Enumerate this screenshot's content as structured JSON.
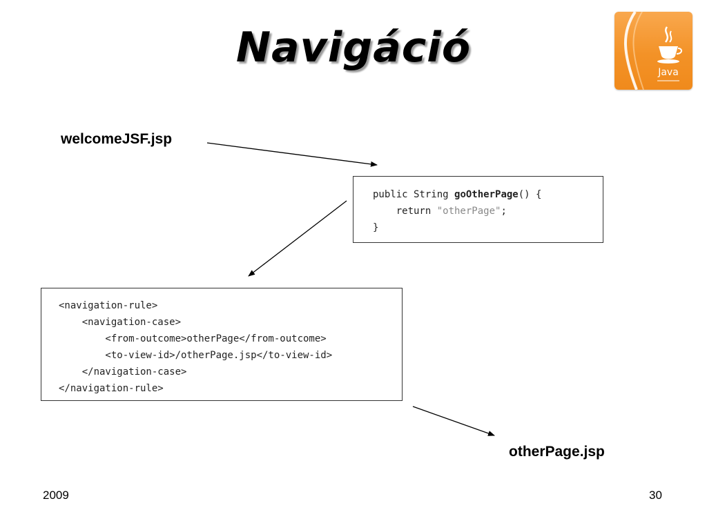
{
  "slide": {
    "title": "Navigáció",
    "year": "2009",
    "page_number": "30"
  },
  "logo": {
    "icon": "java-cup-icon",
    "text": "Java"
  },
  "labels": {
    "source_file": "welcomeJSF.jsp",
    "target_file": "otherPage.jsp"
  },
  "method_code": {
    "line1_a": "public String ",
    "line1_b": "goOtherPage",
    "line1_c": "() {",
    "line2_a": "    return ",
    "line2_b": "\"otherPage\"",
    "line2_c": ";",
    "line3": "}"
  },
  "nav_code": {
    "lines": [
      "<navigation-rule>",
      "    <navigation-case>",
      "        <from-outcome>otherPage</from-outcome>",
      "        <to-view-id>/otherPage.jsp</to-view-id>",
      "    </navigation-case>",
      "</navigation-rule>"
    ]
  },
  "colors": {
    "logo_orange": "#f39227",
    "title_shadow": "#9a9a9a"
  }
}
